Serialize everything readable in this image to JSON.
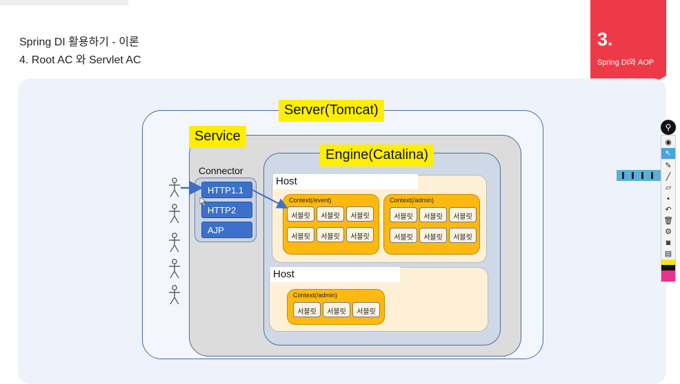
{
  "header": {
    "title": "Spring DI 활용하기 - 이론",
    "subtitle": "4.  Root AC 와 Servlet AC"
  },
  "chapter": {
    "number": "3.",
    "label": "Spring DI와 AOP",
    "color": "#ee3a48"
  },
  "diagram": {
    "server": "Server(Tomcat)",
    "service": "Service",
    "engine": "Engine(Catalina)",
    "connector": {
      "label": "Connector",
      "protocols": [
        "HTTP1.1",
        "HTTP2",
        "AJP"
      ]
    },
    "hosts": [
      {
        "label": "Host",
        "contexts": [
          {
            "label": "Context(/event)",
            "servlets": [
              "서블릿",
              "서블릿",
              "서블릿",
              "서블릿",
              "서블릿",
              "서블릿"
            ]
          },
          {
            "label": "Context(/admin)",
            "servlets": [
              "서블릿",
              "서블릿",
              "서블릿",
              "서블릿",
              "서블릿",
              "서블릿"
            ]
          }
        ]
      },
      {
        "label": "Host",
        "contexts": [
          {
            "label": "Context(/admin)",
            "servlets": [
              "서블릿",
              "서블릿",
              "서블릿"
            ]
          }
        ]
      }
    ],
    "clients": [
      "person-icon",
      "person-icon",
      "person-icon",
      "person-icon",
      "person-icon"
    ],
    "colors": {
      "label_highlight": "#ffee00",
      "protocol": "#3d70c8",
      "context": "#fdb910",
      "host": "#fdf0d6"
    }
  },
  "toolbar": {
    "tools": [
      "lightbulb-icon",
      "eye-icon",
      "cursor-icon",
      "pen-icon",
      "line-icon",
      "eraser-icon",
      "dot-icon",
      "undo-icon",
      "trash-icon",
      "settings-icon",
      "camera-icon",
      "clipboard-icon"
    ],
    "swatches": [
      "#f5e31a",
      "#111111",
      "#e8318a"
    ]
  }
}
